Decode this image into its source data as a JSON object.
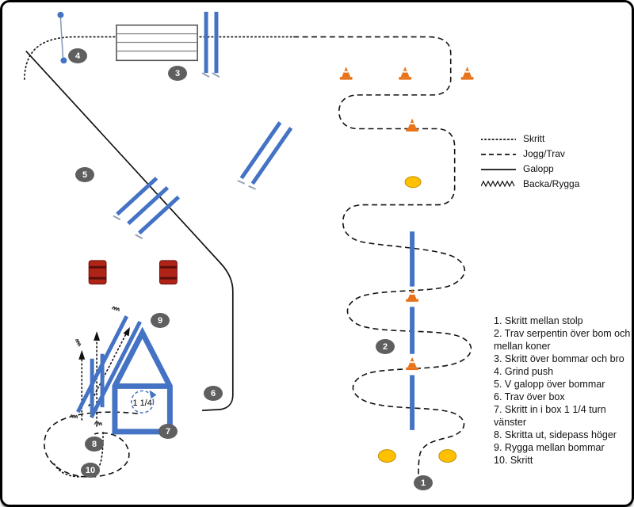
{
  "legend": {
    "items": [
      {
        "label": "Skritt",
        "style": "dotted"
      },
      {
        "label": "Jogg/Trav",
        "style": "dashed"
      },
      {
        "label": "Galopp",
        "style": "solid"
      },
      {
        "label": "Backa/Rygga",
        "style": "zigzag"
      }
    ]
  },
  "stations": [
    "1",
    "2",
    "3",
    "4",
    "5",
    "6",
    "7",
    "8",
    "9",
    "10"
  ],
  "instructions": [
    "1. Skritt mellan stolp",
    "2. Trav serpentin över bom och mellan koner",
    "3. Skritt över bommar och bro",
    "4. Grind push",
    "5. V galopp över bommar",
    "6. Trav över box",
    "7. Skritt in i box 1 1/4 turn vänster",
    "8. Skritta ut, sidepass höger",
    "9. Rygga mellan bommar",
    "10. Skritt"
  ],
  "annotations": {
    "box_turn_label": "1 1/4"
  },
  "colors": {
    "pole_blue": "#4472C4",
    "cone_orange": "#E8731A",
    "marker_yellow": "#FFC000",
    "barrel_red": "#B02418",
    "badge_gray": "#5f5f5f"
  }
}
